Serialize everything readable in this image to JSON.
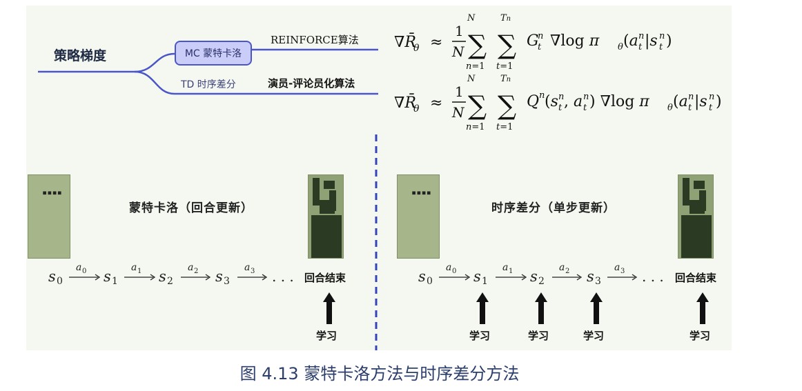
{
  "tree": {
    "root": "策略梯度",
    "mc_node": "MC 蒙特卡洛",
    "td_node": "TD 时序差分",
    "mc_algo": "REINFORCE算法",
    "td_algo": "演员-评论员化算法"
  },
  "formulas": {
    "mc": "∇R̄θ ≈ (1/N) Σ_{n=1}^{N} Σ_{t=1}^{Tn} G_t^n ∇log πθ(a_t^n|s_t^n)",
    "td": "∇R̄θ ≈ (1/N) Σ_{n=1}^{N} Σ_{t=1}^{Tn} Q^n(s_t^n, a_t^n) ∇log πθ(a_t^n|s_t^n)"
  },
  "left": {
    "title": "蒙特卡洛（回合更新）",
    "sequence": "s₀ —a₀→ s₁ —a₁→ s₂ —a₂→ s₃ —a₃→ . . .",
    "end": "回合结束",
    "learn": "学习"
  },
  "right": {
    "title": "时序差分（单步更新）",
    "sequence": "s₀ —a₀→ s₁ —a₁→ s₂ —a₂→ s₃ —a₃→ . . .",
    "end": "回合结束",
    "learn": [
      "学习",
      "学习",
      "学习",
      "学习"
    ]
  },
  "caption": "图 4.13 蒙特卡洛方法与时序差分方法",
  "colors": {
    "tree_line": "#4a55c8",
    "node_fill": "#c9cdf7",
    "dashed": "#3344bb",
    "screen": "#a7b68a"
  }
}
